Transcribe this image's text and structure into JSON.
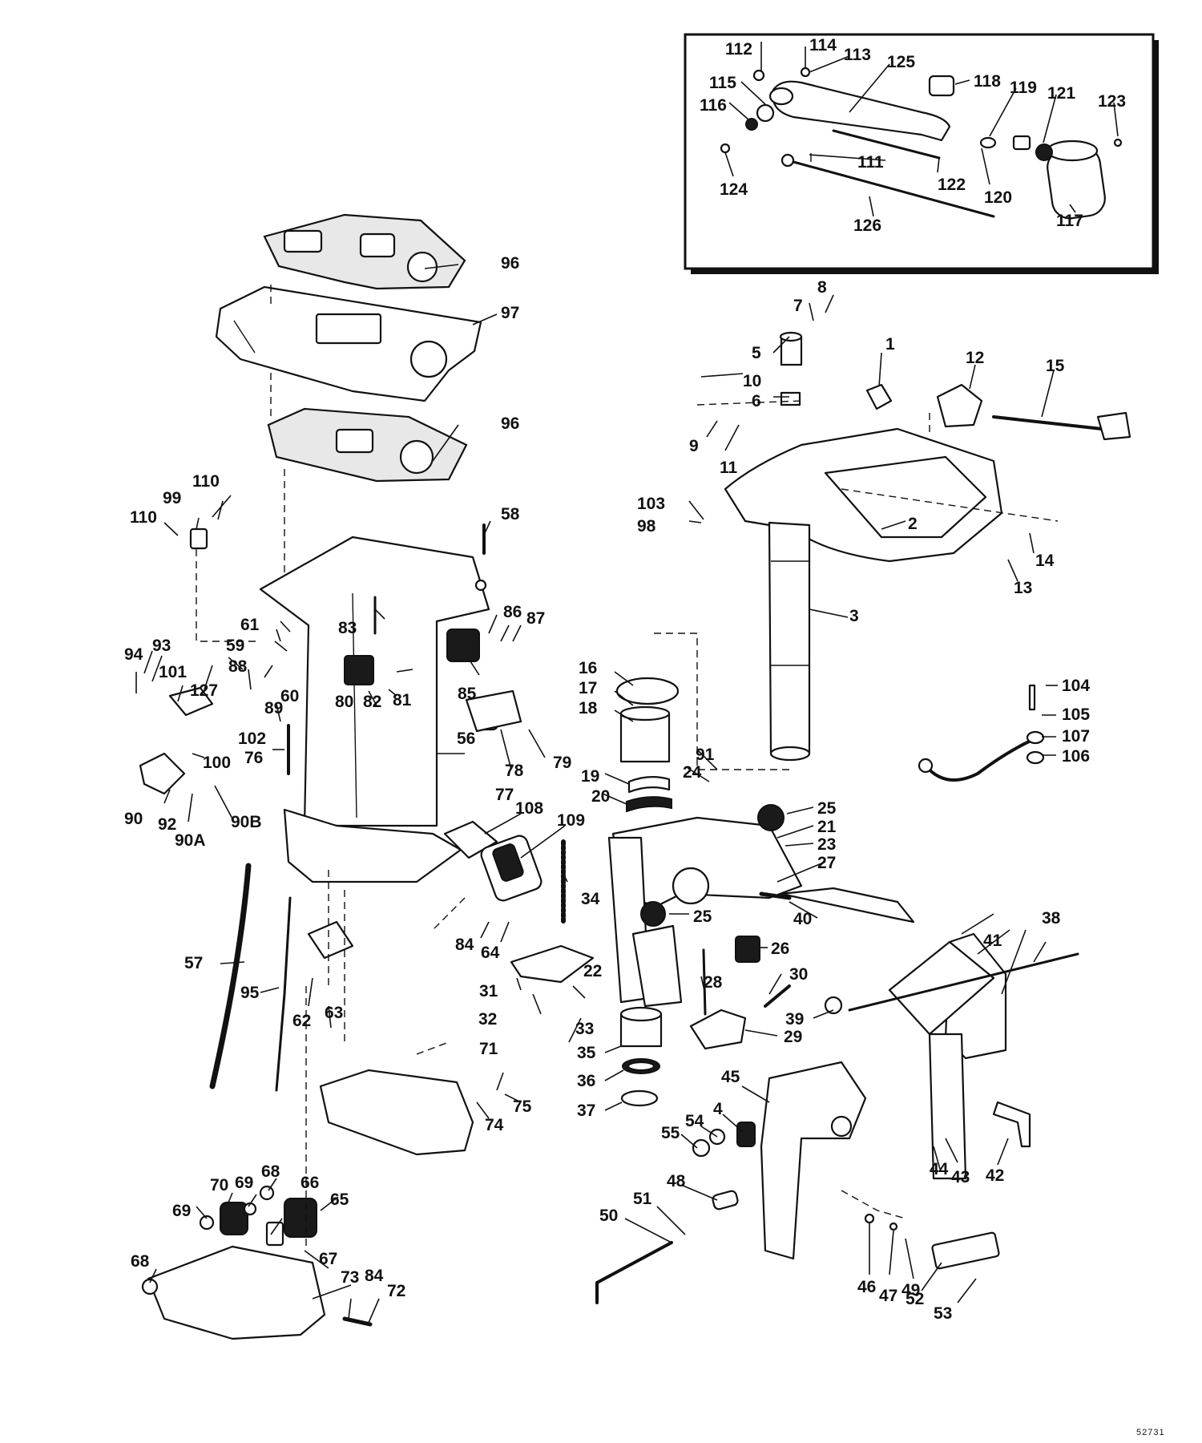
{
  "callouts": {
    "c1": "1",
    "c2": "2",
    "c3": "3",
    "c4": "4",
    "c5": "5",
    "c6": "6",
    "c7": "7",
    "c8": "8",
    "c9": "9",
    "c10": "10",
    "c11": "11",
    "c12": "12",
    "c13": "13",
    "c14": "14",
    "c15": "15",
    "c16": "16",
    "c17": "17",
    "c18": "18",
    "c19": "19",
    "c20": "20",
    "c21": "21",
    "c22": "22",
    "c23": "23",
    "c24": "24",
    "c25a": "25",
    "c25b": "25",
    "c26": "26",
    "c27": "27",
    "c28": "28",
    "c29": "29",
    "c30": "30",
    "c31": "31",
    "c32": "32",
    "c33": "33",
    "c34": "34",
    "c35": "35",
    "c36": "36",
    "c37": "37",
    "c38": "38",
    "c39": "39",
    "c40": "40",
    "c41": "41",
    "c42": "42",
    "c43": "43",
    "c44": "44",
    "c45": "45",
    "c46": "46",
    "c47": "47",
    "c48": "48",
    "c49": "49",
    "c50": "50",
    "c51": "51",
    "c52": "52",
    "c53": "53",
    "c54": "54",
    "c55": "55",
    "c56": "56",
    "c57": "57",
    "c58": "58",
    "c59": "59",
    "c60": "60",
    "c61": "61",
    "c62": "62",
    "c63": "63",
    "c64": "64",
    "c65": "65",
    "c66": "66",
    "c67": "67",
    "c68a": "68",
    "c68b": "68",
    "c69a": "69",
    "c69b": "69",
    "c70": "70",
    "c71": "71",
    "c72": "72",
    "c73": "73",
    "c74": "74",
    "c75": "75",
    "c76": "76",
    "c77": "77",
    "c78": "78",
    "c79": "79",
    "c80": "80",
    "c81": "81",
    "c82": "82",
    "c83": "83",
    "c84a": "84",
    "c84b": "84",
    "c85": "85",
    "c86": "86",
    "c87": "87",
    "c88": "88",
    "c89": "89",
    "c90": "90",
    "c90a": "90A",
    "c90b": "90B",
    "c91": "91",
    "c92": "92",
    "c93": "93",
    "c94": "94",
    "c95": "95",
    "c96a": "96",
    "c96b": "96",
    "c97": "97",
    "c98": "98",
    "c99": "99",
    "c100": "100",
    "c101": "101",
    "c102": "102",
    "c103": "103",
    "c104": "104",
    "c105": "105",
    "c106": "106",
    "c107": "107",
    "c108": "108",
    "c109": "109",
    "c110a": "110",
    "c110b": "110",
    "c111": "111",
    "c112": "112",
    "c113": "113",
    "c114": "114",
    "c115": "115",
    "c116": "116",
    "c117": "117",
    "c118": "118",
    "c119": "119",
    "c120": "120",
    "c121": "121",
    "c122": "122",
    "c123": "123",
    "c124": "124",
    "c125": "125",
    "c126": "126",
    "c127": "127"
  },
  "reference_number": "52731"
}
